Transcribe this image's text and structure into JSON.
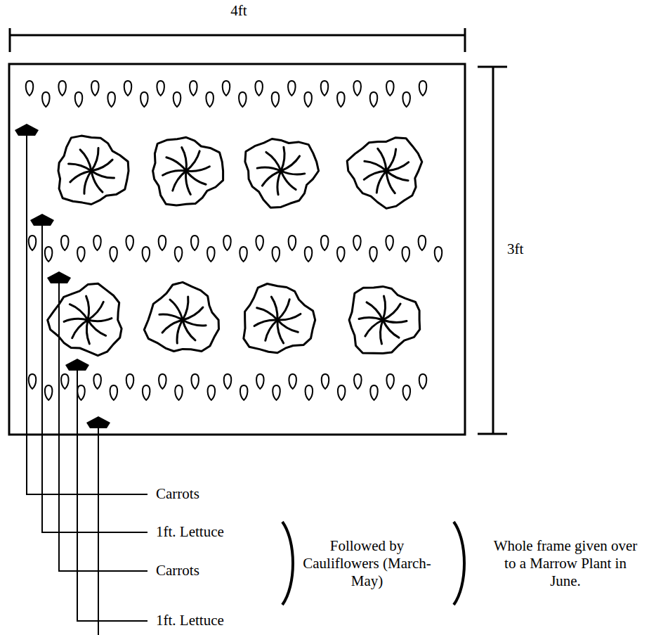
{
  "diagram": {
    "labels": [
      "4ft",
      "3ft",
      "Carrots",
      "1ft. Lettuce",
      "Carrots",
      "1ft. Lettuce",
      "Followed by Cauliflowers (March-May)",
      "Whole frame given over to a Marrow Plant in June."
    ]
  }
}
